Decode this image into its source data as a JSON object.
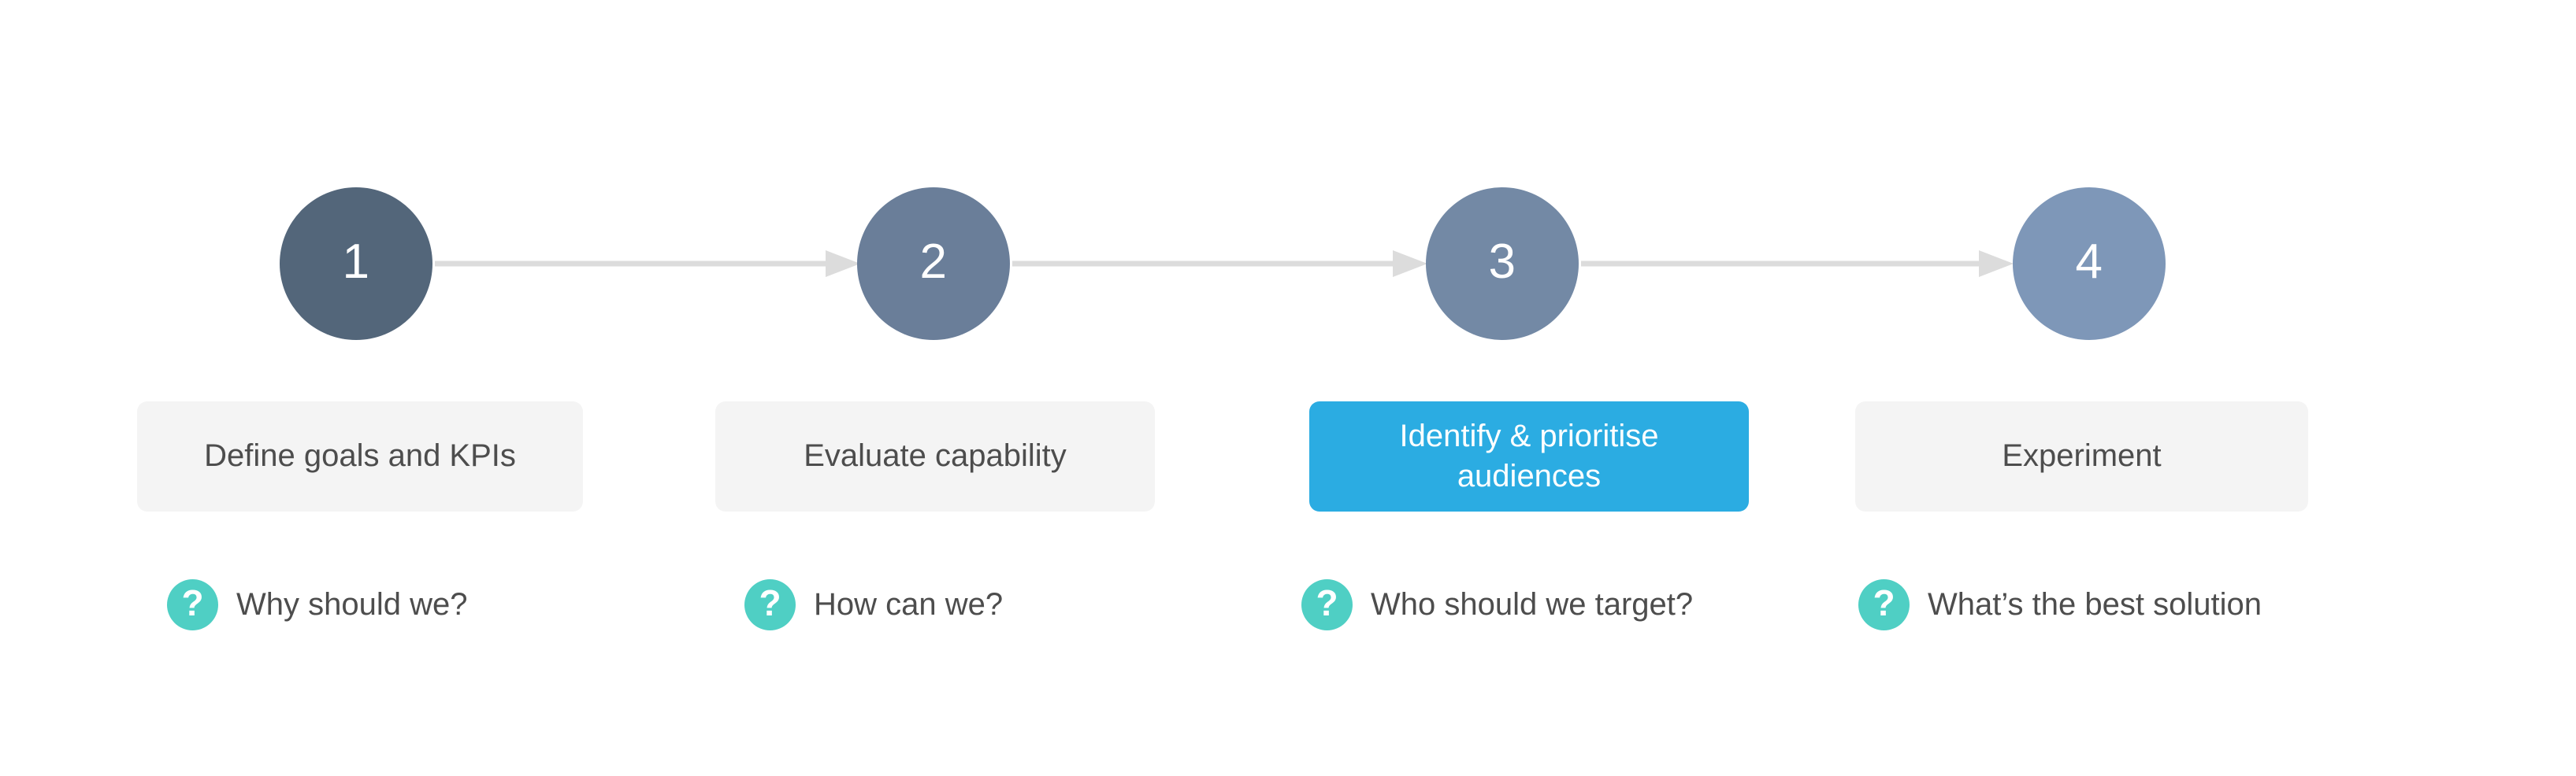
{
  "diagram": {
    "type": "horizontal-process-flow",
    "step_count": 4,
    "background_color": "#ffffff",
    "connector_color": "#dcdcdc",
    "accent_color": "#2bace2",
    "help_icon_color": "#4fcfc4",
    "label_plain_background": "#f4f4f4",
    "label_text_color": "#4d4d4d",
    "help_icon_name": "question-mark-icon"
  },
  "steps": [
    {
      "number": "1",
      "label": "Define goals and KPIs",
      "question": "Why should we?",
      "circle_color": "#53667a",
      "active": false,
      "icon": "question-mark-icon"
    },
    {
      "number": "2",
      "label": "Evaluate capability",
      "question": "How can we?",
      "circle_color": "#6a7e99",
      "active": false,
      "icon": "question-mark-icon"
    },
    {
      "number": "3",
      "label": "Identify & prioritise\naudiences",
      "question": "Who should we target?",
      "circle_color": "#7389a5",
      "active": true,
      "icon": "question-mark-icon"
    },
    {
      "number": "4",
      "label": "Experiment",
      "question": "What’s the best solution",
      "circle_color": "#7e97b8",
      "active": false,
      "icon": "question-mark-icon"
    }
  ],
  "connectors": [
    {
      "from": "1",
      "to": "2",
      "arrow": "right-arrow-icon"
    },
    {
      "from": "2",
      "to": "3",
      "arrow": "right-arrow-icon"
    },
    {
      "from": "3",
      "to": "4",
      "arrow": "right-arrow-icon"
    }
  ],
  "glyphs": {
    "question_mark": "?"
  }
}
